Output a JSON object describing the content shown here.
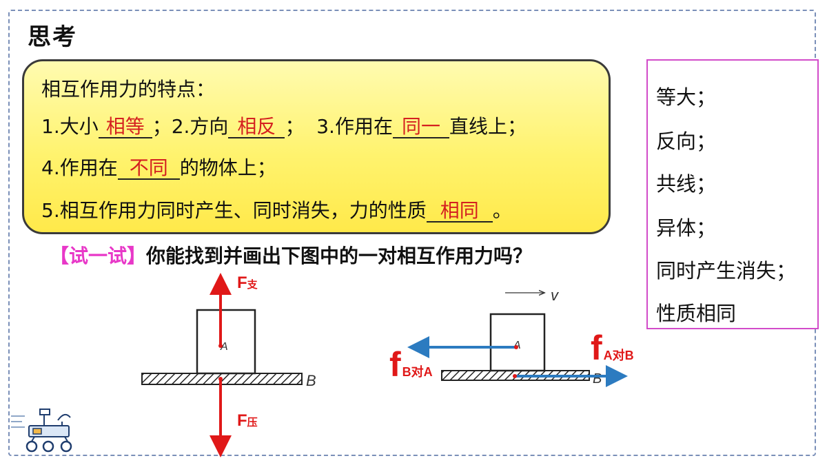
{
  "title": "思考",
  "points": {
    "heading": "相互作用力的特点：",
    "line1": {
      "p1": "1.大小",
      "a1": "相等",
      "p2": "；2.方向",
      "a2": "相反",
      "p3": "；  3.作用在",
      "a3": "同一",
      "p4": "直线上；"
    },
    "line2": {
      "p1": "4.作用在",
      "a1": "不同",
      "p2": "的物体上；"
    },
    "line3": {
      "p1": "5.相互作用力同时产生、同时消失，力的性质",
      "a1": "相同",
      "p2": "。"
    }
  },
  "summary": [
    "等大；",
    "反向；",
    "共线；",
    "异体；",
    "同时产生消失；",
    "性质相同"
  ],
  "try_it": {
    "tag": "【试一试】",
    "question": "你能找到并画出下图中的一对相互作用力吗？"
  },
  "diagram_left": {
    "force_up": "F",
    "force_up_sub": "支",
    "force_down": "F",
    "force_down_sub": "压",
    "label_block": "A",
    "label_board": "B"
  },
  "diagram_right": {
    "velocity_label": "v",
    "force_left": "f",
    "force_left_sub": "B对A",
    "force_right": "f",
    "force_right_sub": "A对B",
    "label_block": "A",
    "label_board": "B"
  },
  "colors": {
    "answer": "#d42020",
    "arrow_red": "#e01818",
    "arrow_blue": "#2c7bc0",
    "tag": "#e838c8",
    "summary_border": "#d24bc9"
  }
}
